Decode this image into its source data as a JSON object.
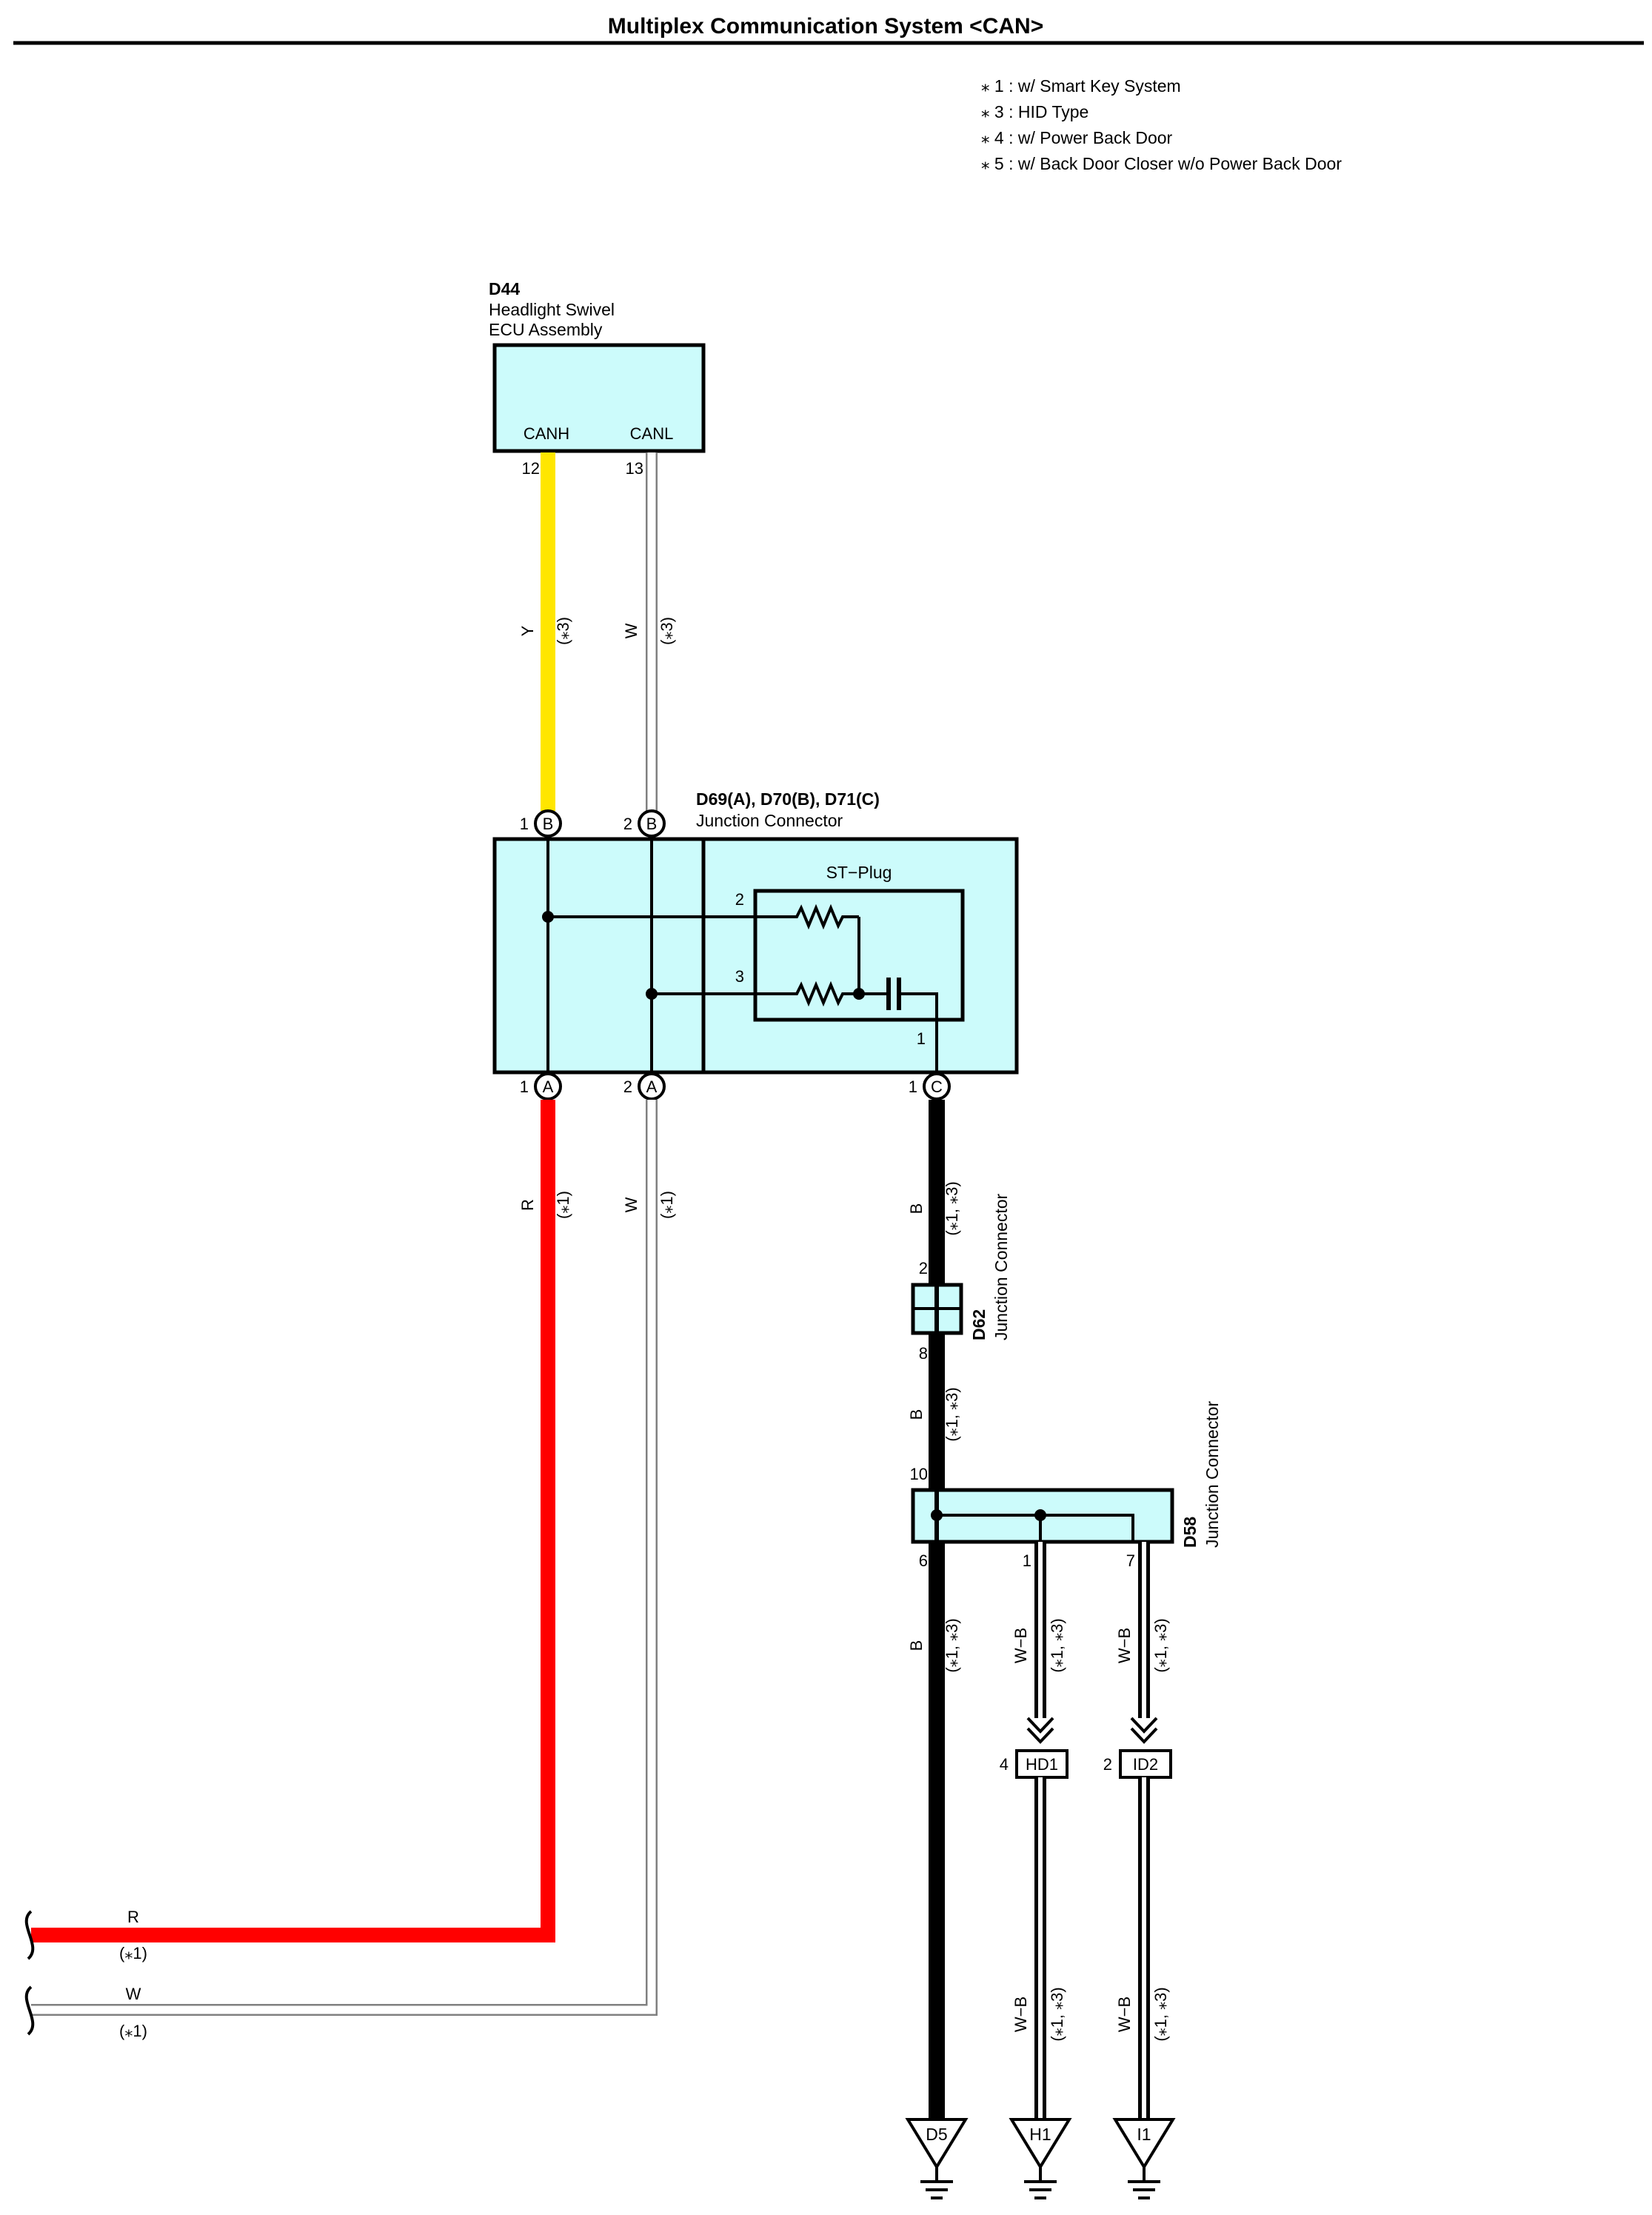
{
  "title": "Multiplex Communication System <CAN>",
  "notes": [
    {
      "mark": "⁎",
      "num": "1",
      "text": ": w/ Smart Key System"
    },
    {
      "mark": "⁎",
      "num": "3",
      "text": ": HID Type"
    },
    {
      "mark": "⁎",
      "num": "4",
      "text": ": w/ Power Back Door"
    },
    {
      "mark": "⁎",
      "num": "5",
      "text": ": w/ Back Door Closer w/o Power Back Door"
    }
  ],
  "colors": {
    "background": "#ffffff",
    "connector_fill": "#ccfbfb",
    "wire_yellow": "#ffe600",
    "wire_red": "#ff0000",
    "wire_white_outline": "#808080",
    "wire_black": "#000000"
  },
  "components": {
    "d44": {
      "code": "D44",
      "name_line1": "Headlight Swivel",
      "name_line2": "ECU Assembly",
      "pin_canh": "CANH",
      "pin_canl": "CANL",
      "pin_no_canh": "12",
      "pin_no_canl": "13"
    },
    "junction": {
      "code": "D69(A), D70(B), D71(C)",
      "name": "Junction Connector",
      "st_plug": "ST−Plug",
      "st_pin_2": "2",
      "st_pin_3": "3",
      "st_pin_1": "1",
      "top_pin_1": "1",
      "top_pin_2": "2",
      "top_letter": "B",
      "bottom_pin_1": "1",
      "bottom_pin_2": "2",
      "bottom_pin_c": "1",
      "bottom_letter_a": "A",
      "bottom_letter_c": "C"
    },
    "d62": {
      "code": "D62",
      "name": "Junction Connector",
      "pin_top": "2",
      "pin_bottom": "8"
    },
    "d58": {
      "code": "D58",
      "name": "Junction Connector",
      "pin_in": "10",
      "pin_out_b": "6",
      "pin_out_hd": "1",
      "pin_out_id": "7"
    },
    "hd1": {
      "label": "HD1",
      "pin": "4"
    },
    "id2": {
      "label": "ID2",
      "pin": "2"
    }
  },
  "wires": {
    "y_color": "Y",
    "y_note": "(⁎3)",
    "w_color": "W",
    "w_note3": "(⁎3)",
    "r_color": "R",
    "r_note": "(⁎1)",
    "w_note1": "(⁎1)",
    "b_color": "B",
    "b_note": "(⁎1, ⁎3)",
    "wb_color": "W−B",
    "wb_note": "(⁎1, ⁎3)",
    "left_r_color": "R",
    "left_r_note": "(⁎1)",
    "left_w_color": "W",
    "left_w_note": "(⁎1)"
  },
  "grounds": {
    "d5": "D5",
    "h1": "H1",
    "i1": "I1"
  }
}
